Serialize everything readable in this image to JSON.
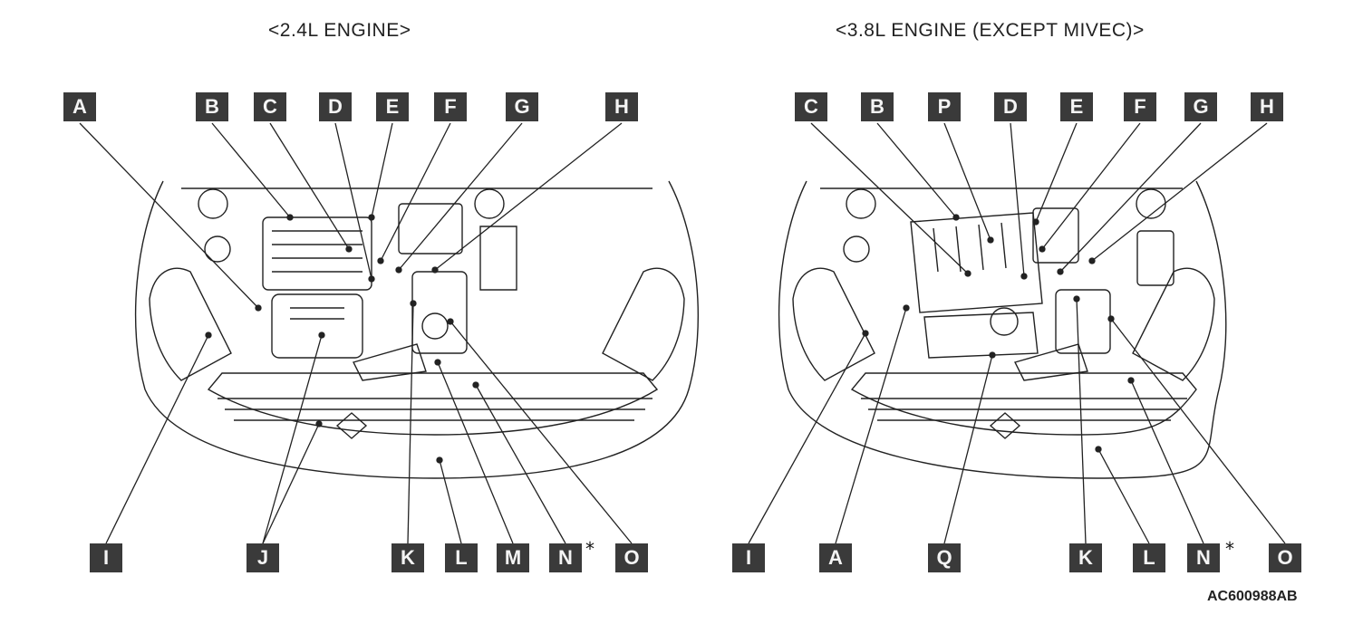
{
  "titles": {
    "left": "<2.4L ENGINE>",
    "right": "<3.8L ENGINE (EXCEPT MIVEC)>"
  },
  "figure_code": "AC600988AB",
  "asterisk": "*",
  "left_panel": {
    "top_labels": [
      "A",
      "B",
      "C",
      "D",
      "E",
      "F",
      "G",
      "H"
    ],
    "bottom_labels": [
      "I",
      "J",
      "K",
      "L",
      "M",
      "N",
      "O"
    ]
  },
  "right_panel": {
    "top_labels": [
      "C",
      "B",
      "P",
      "D",
      "E",
      "F",
      "G",
      "H"
    ],
    "bottom_labels": [
      "I",
      "A",
      "Q",
      "K",
      "L",
      "N",
      "O"
    ]
  }
}
